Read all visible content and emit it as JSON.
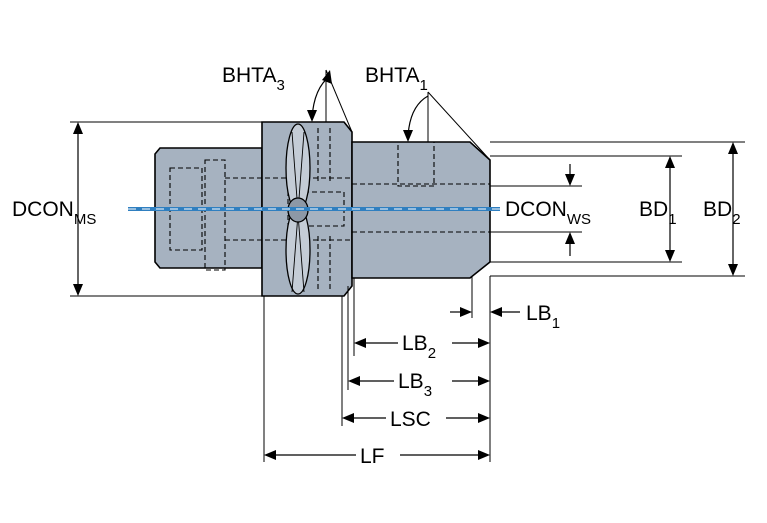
{
  "diagram": {
    "labels": {
      "bhta3": {
        "main": "BHTA",
        "sub": "3"
      },
      "bhta1": {
        "main": "BHTA",
        "sub": "1"
      },
      "dcon_ms": {
        "main": "DCON",
        "sub": "MS"
      },
      "dcon_ws": {
        "main": "DCON",
        "sub": "WS"
      },
      "bd1": {
        "main": "BD",
        "sub": "1"
      },
      "bd2": {
        "main": "BD",
        "sub": "2"
      },
      "lb1": {
        "main": "LB",
        "sub": "1"
      },
      "lb2": {
        "main": "LB",
        "sub": "2"
      },
      "lb3": {
        "main": "LB",
        "sub": "3"
      },
      "lsc": {
        "main": "LSC"
      },
      "lf": {
        "main": "LF"
      }
    },
    "colors": {
      "body_fill": "#a6b2c0",
      "centerline": "#2f7fc0",
      "line": "#000000"
    }
  }
}
